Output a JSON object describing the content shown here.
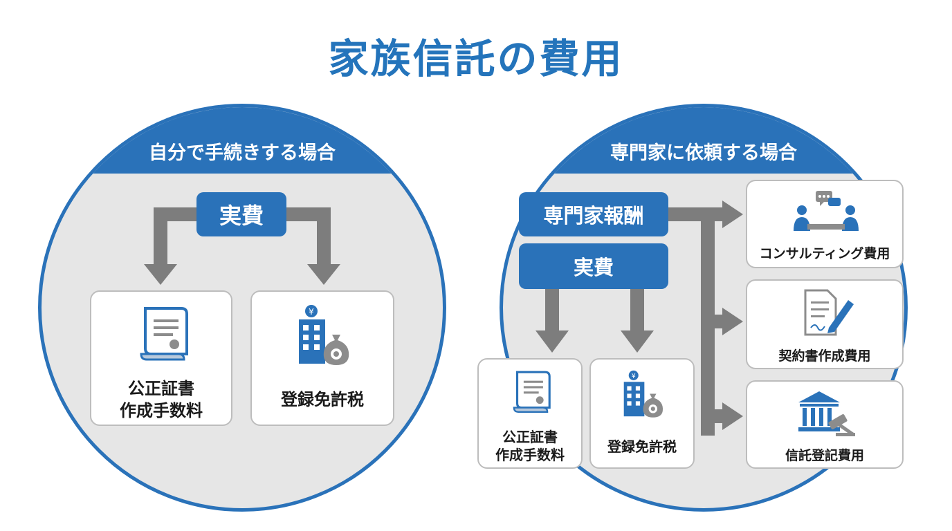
{
  "title": "家族信託の費用",
  "left": {
    "caption": "自分で手続きする場合",
    "actual_cost": "実費",
    "items": [
      {
        "line1": "公正証書",
        "line2": "作成手数料",
        "icon": "scroll-document-icon"
      },
      {
        "line1": "登録免許税",
        "icon": "government-building-money-bag-icon"
      }
    ]
  },
  "right": {
    "caption": "専門家に依頼する場合",
    "professional_fee": "専門家報酬",
    "actual_cost": "実費",
    "items": [
      {
        "line1": "公正証書",
        "line2": "作成手数料",
        "icon": "scroll-document-icon"
      },
      {
        "line1": "登録免許税",
        "icon": "government-building-money-bag-icon"
      }
    ],
    "fee_items": [
      {
        "label": "コンサルティング費用",
        "icon": "consultation-people-icon"
      },
      {
        "label": "契約書作成費用",
        "icon": "contract-pen-icon"
      },
      {
        "label": "信託登記費用",
        "icon": "courthouse-gavel-icon"
      }
    ]
  },
  "colors": {
    "primary": "#2a72b9",
    "arrow": "#7d7d7d",
    "panel": "#e6e6e6"
  }
}
